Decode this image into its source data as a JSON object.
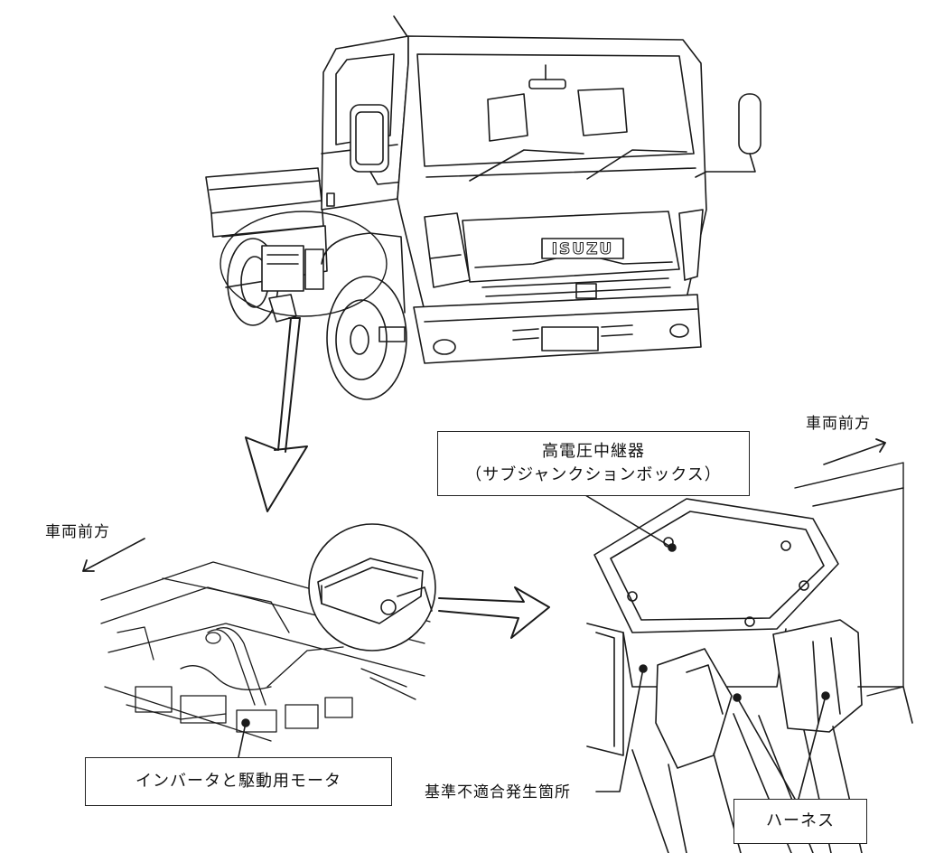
{
  "truck": {
    "grille_logo": "ISUZU"
  },
  "labels": {
    "front_direction_right": "車両前方",
    "front_direction_left": "車両前方",
    "junction_box_line1": "高電圧中継器",
    "junction_box_line2": "（サブジャンクションボックス）",
    "inverter_motor": "インバータと駆動用モータ",
    "nonconformity_location": "基準不適合発生箇所",
    "harness": "ハーネス"
  }
}
